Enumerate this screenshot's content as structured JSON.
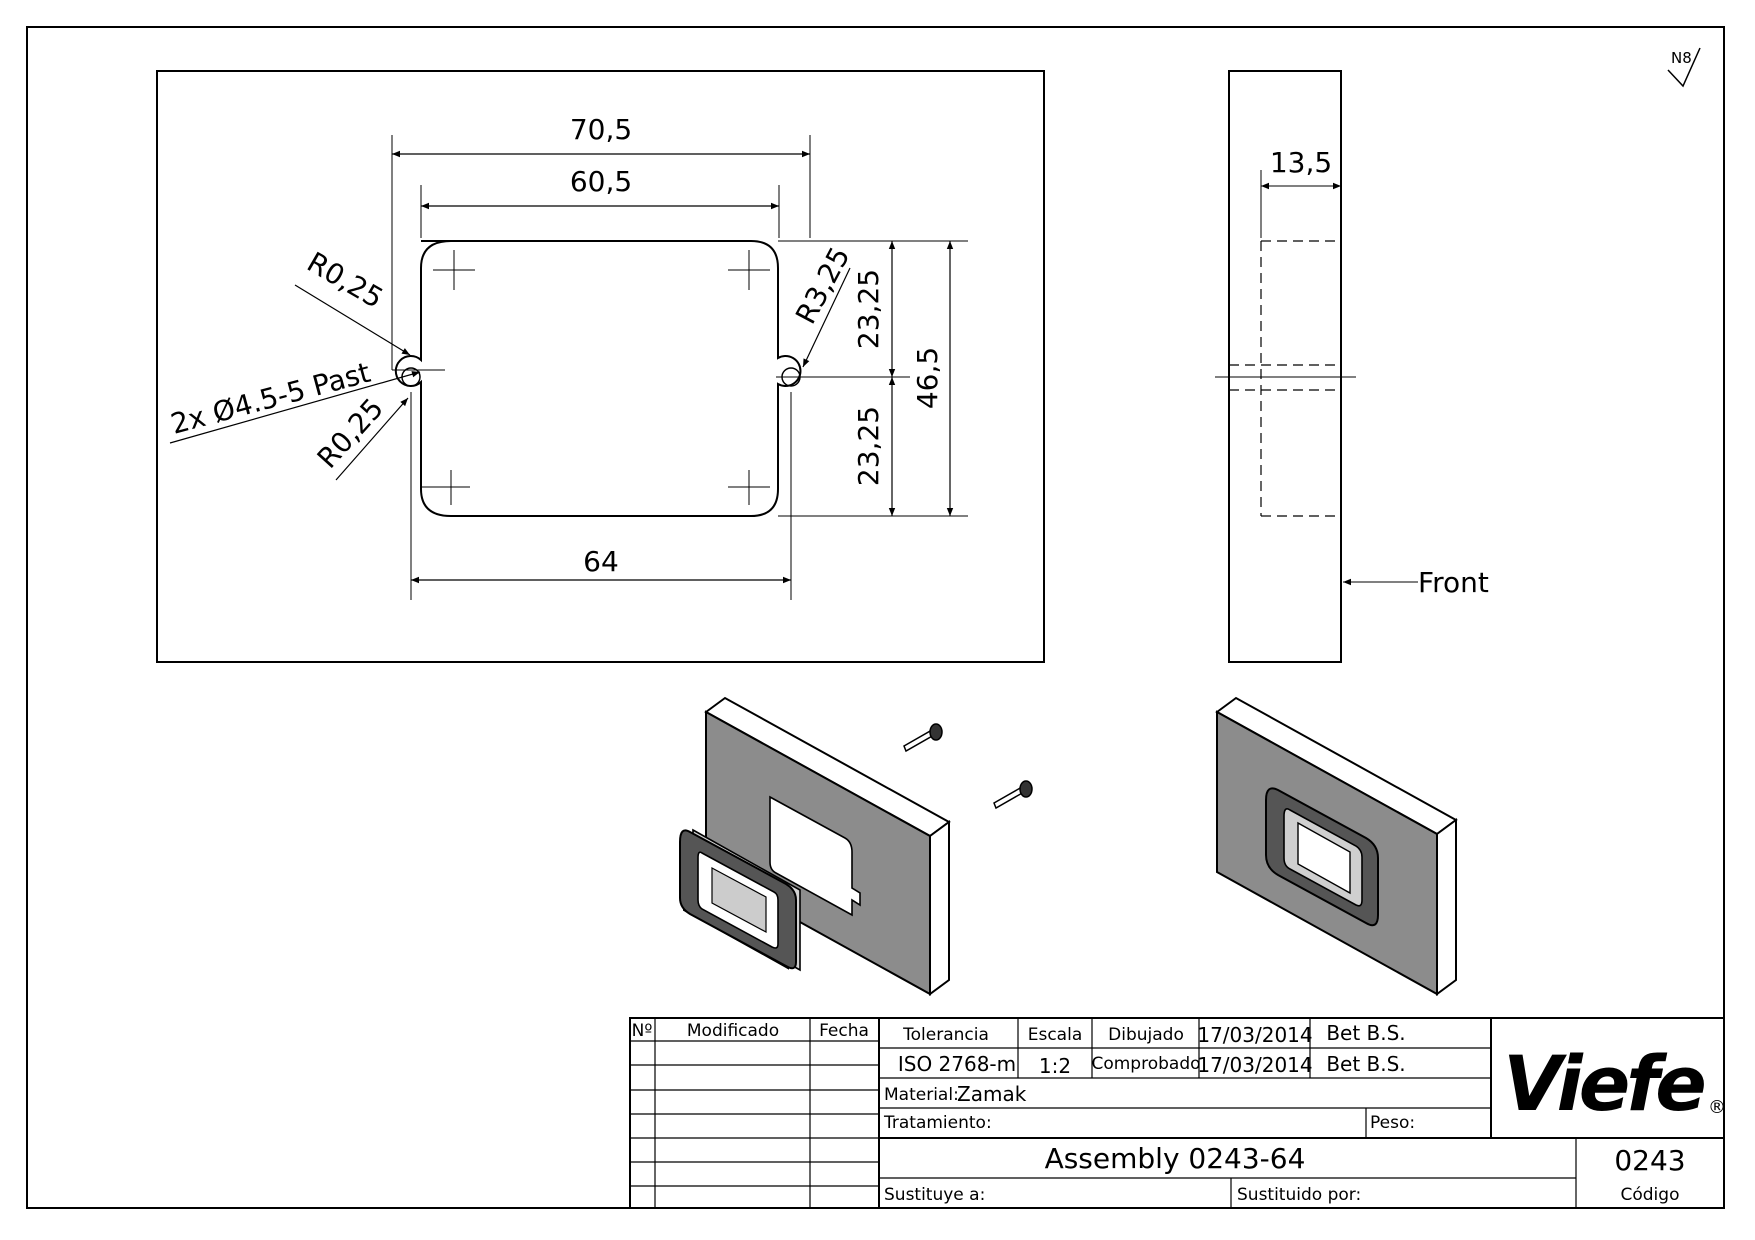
{
  "drawing": {
    "roughness": "N8",
    "front_view": {
      "dims": {
        "overall_outer_width": "70,5",
        "inner_width": "60,5",
        "hole_spacing": "64",
        "overall_height": "46,5",
        "upper_half": "23,25",
        "lower_half": "23,25",
        "radius_corner": "R3,25",
        "radius_top": "R0,25",
        "radius_bottom": "R0,25",
        "holes_note": "2x Ø4.5-5 Past"
      }
    },
    "side_view": {
      "depth": "13,5",
      "front_label": "Front"
    }
  },
  "title_block": {
    "revisions_header": {
      "no": "Nº",
      "modified": "Modificado",
      "date": "Fecha"
    },
    "tolerance_label": "Tolerancia",
    "tolerance_value": "ISO 2768-m",
    "scale_label": "Escala",
    "scale_value": "1:2",
    "drawn_label": "Dibujado",
    "drawn_date": "17/03/2014",
    "drawn_by": "Bet B.S.",
    "checked_label": "Comprobado",
    "checked_date": "17/03/2014",
    "checked_by": "Bet B.S.",
    "material_label": "Material:",
    "material_value": "Zamak",
    "treatment_label": "Tratamiento:",
    "weight_label": "Peso:",
    "title": "Assembly 0243-64",
    "code_value": "0243",
    "code_label": "Código",
    "replaces_label": "Sustituye a:",
    "replaced_by_label": "Sustituido por:",
    "logo_text": "Viefe",
    "logo_mark": "®"
  },
  "icons": [
    "screw-icon",
    "roughness-symbol-icon",
    "logo-icon"
  ]
}
